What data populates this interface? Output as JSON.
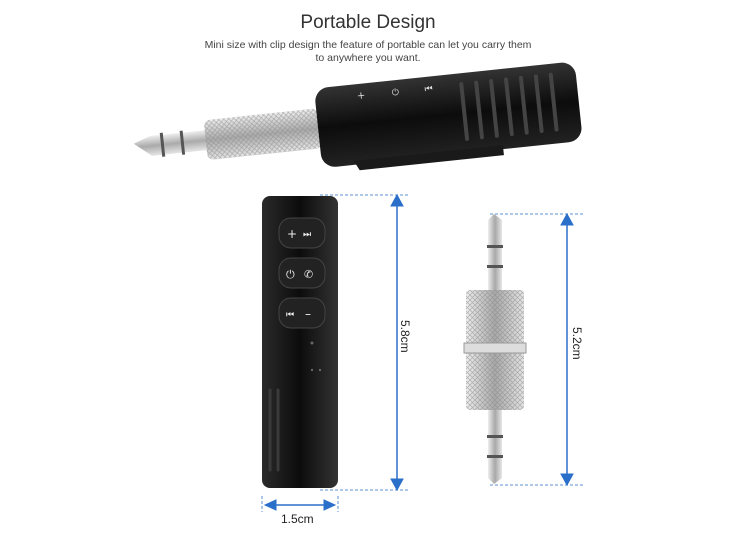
{
  "header": {
    "title": "Portable Design",
    "subtitle_line1": "Mini size with clip design the feature of portable can let you carry them",
    "subtitle_line2": "to anywhere you want."
  },
  "dimensions": {
    "device_height": "5.8cm",
    "device_width": "1.5cm",
    "adapter_length": "5.2cm"
  },
  "colors": {
    "arrow": "#2a6fc9",
    "device_body": "#111111",
    "metal": "#c8c8c8"
  },
  "icons": [
    "plus-icon",
    "next-track-icon",
    "power-icon",
    "phone-icon",
    "previous-track-icon",
    "minus-icon"
  ]
}
